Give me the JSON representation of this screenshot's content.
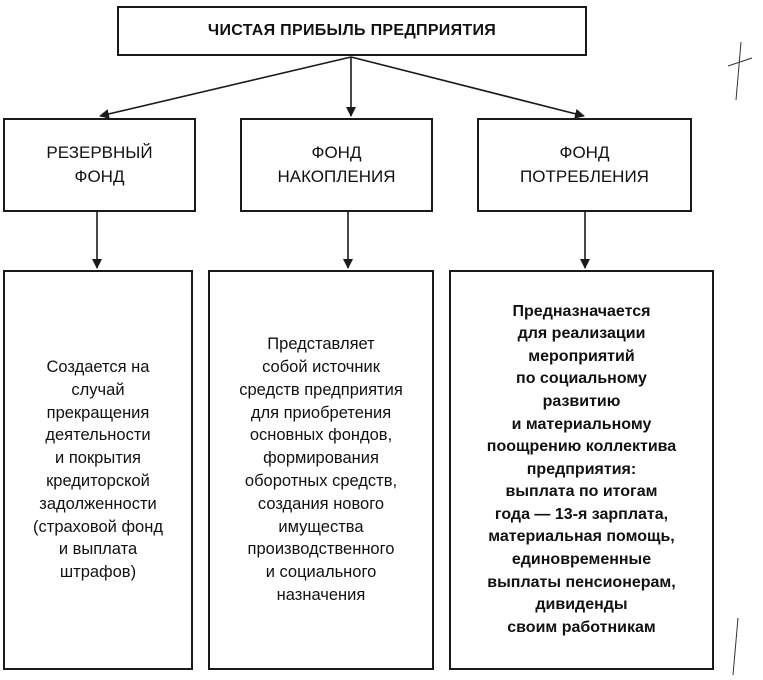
{
  "top": {
    "label": "ЧИСТАЯ ПРИБЫЛЬ ПРЕДПРИЯТИЯ"
  },
  "funds": [
    {
      "label": "РЕЗЕРВНЫЙ\nФОНД"
    },
    {
      "label": "ФОНД\nНАКОПЛЕНИЯ"
    },
    {
      "label": "ФОНД\nПОТРЕБЛЕНИЯ"
    }
  ],
  "descriptions": [
    {
      "text": "Создается на\nслучай\nпрекращения\nдеятельности\nи покрытия\nкредиторской\nзадолженности\n(страховой фонд\nи выплата\nштрафов)"
    },
    {
      "text": "Представляет\nсобой источник\nсредств предприятия\nдля приобретения\nосновных фондов,\nформирования\nоборотных средств,\nсоздания нового\nимущества\nпроизводственного\nи социального\nназначения"
    },
    {
      "text": "Предназначается\nдля реализации\nмероприятий\nпо социальному\nразвитию\nи материальному\nпоощрению коллектива\nпредприятия:\nвыплата по итогам\nгода — 13-я зарплата,\nматериальная помощь,\nединовременные\nвыплаты пенсионерам,\nдивиденды\nсвоим работникам"
    }
  ]
}
